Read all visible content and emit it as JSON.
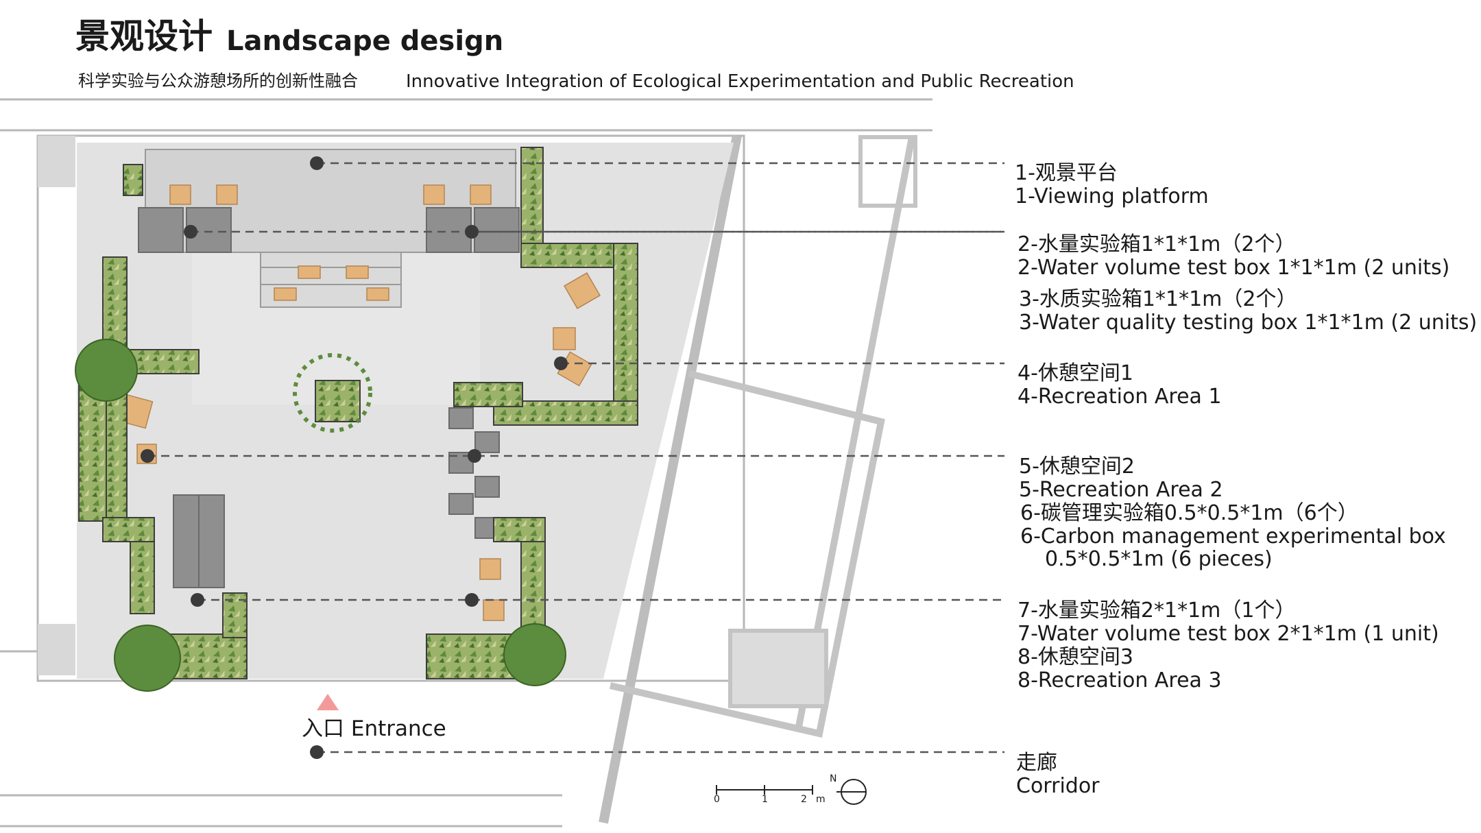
{
  "title": {
    "zh": "景观设计",
    "en": "Landscape design"
  },
  "subtitle": {
    "zh": "科学实验与公众游憩场所的创新性融合",
    "en": "Innovative Integration of Ecological Experimentation and Public Recreation"
  },
  "legend": {
    "item1": {
      "zh": "1-观景平台",
      "en": "1-Viewing platform"
    },
    "item2": {
      "zh": "2-水量实验箱1*1*1m（2个）",
      "en": "2-Water volume test box 1*1*1m (2 units)"
    },
    "item3": {
      "zh": "3-水质实验箱1*1*1m（2个）",
      "en": "3-Water quality testing box 1*1*1m (2 units)"
    },
    "item4": {
      "zh": "4-休憩空间1",
      "en": "4-Recreation Area 1"
    },
    "item5": {
      "zh": "5-休憩空间2",
      "en": "5-Recreation Area 2"
    },
    "item6": {
      "zh": "6-碳管理实验箱0.5*0.5*1m（6个）",
      "en": "6-Carbon management experimental box",
      "en2": "0.5*0.5*1m (6 pieces)"
    },
    "item7": {
      "zh": "7-水量实验箱2*1*1m（1个）",
      "en": "7-Water volume test box 2*1*1m (1 unit)"
    },
    "item8": {
      "zh": "8-休憩空间3",
      "en": "8-Recreation Area 3"
    },
    "corridor": {
      "zh": "走廊",
      "en": "Corridor"
    }
  },
  "entrance": {
    "label": "入口 Entrance"
  },
  "scale": {
    "ticks": [
      "0",
      "1",
      "2"
    ],
    "unit": "m",
    "north": "N"
  },
  "colors": {
    "plant": "#7f9a55",
    "plant_dark": "#4c7a34",
    "box": "#8f8f8f",
    "seat": "#e4b37a",
    "ground": "#e2e2e2",
    "leader": "#555555",
    "entrance": "#f29a9a"
  }
}
